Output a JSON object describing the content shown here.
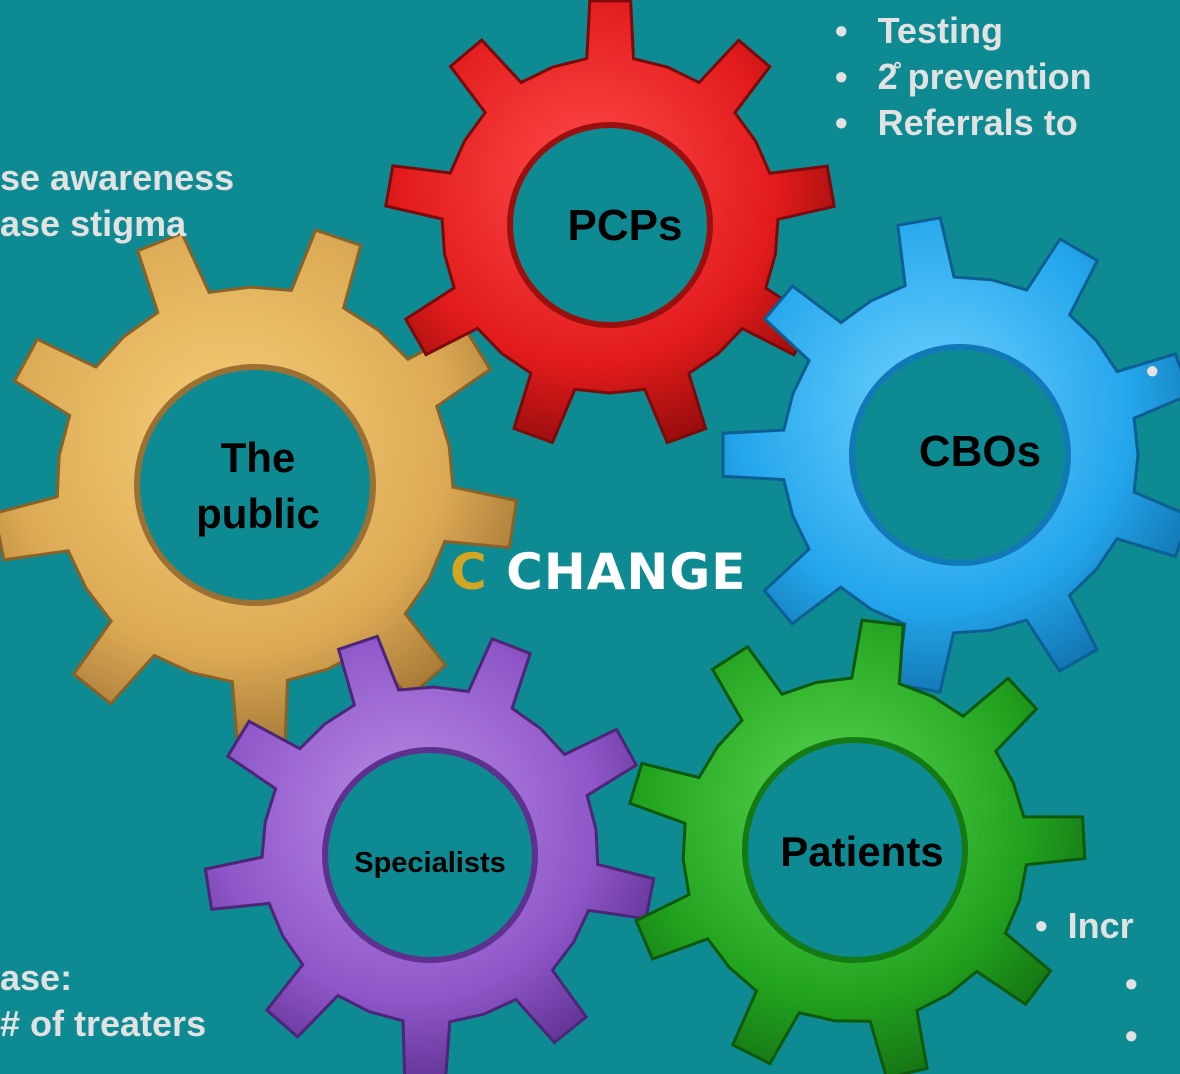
{
  "gears": [
    {
      "id": "pcps",
      "label": "PCPs",
      "color": "#e21b1b"
    },
    {
      "id": "public",
      "label_lines": [
        "The",
        "public"
      ],
      "color": "#e3b35a"
    },
    {
      "id": "cbos",
      "label": "CBOs",
      "color": "#2aa9ee"
    },
    {
      "id": "specialists",
      "label": "Specialists",
      "color": "#8e56c8"
    },
    {
      "id": "patients",
      "label": "Patients",
      "color": "#22a31f"
    }
  ],
  "brand": {
    "mark": "C",
    "word": "CHANGE"
  },
  "pcp_actions": [
    "Testing",
    "2̊ prevention",
    "Referrals to"
  ],
  "public_actions": [
    "se awareness",
    "ase stigma"
  ],
  "specialist_actions": [
    "ase:",
    "# of treaters"
  ],
  "patient_actions": [
    "Incr"
  ],
  "cbo_bullet": "•",
  "patient_subbullets": [
    "•",
    "•"
  ]
}
